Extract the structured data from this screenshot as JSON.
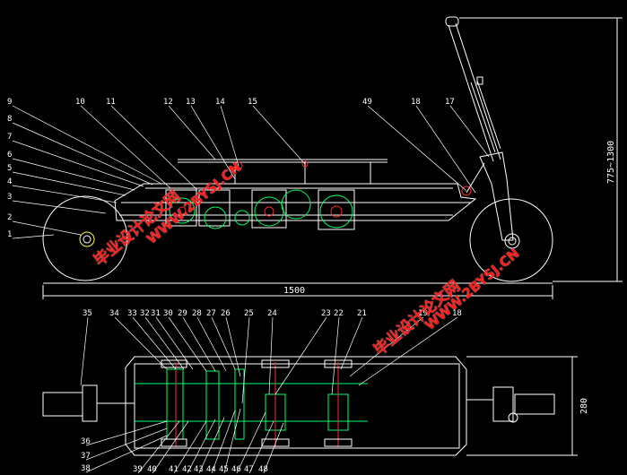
{
  "colors": {
    "background": "#000000",
    "outline": "#ffffff",
    "detail": "#00ff66",
    "accent": "#ff2a2a",
    "cyan": "#33ccff",
    "yellow": "#ffff33",
    "watermark": "#ff1a1a"
  },
  "dimensions": {
    "overall_length": "1500",
    "height_range": "775~1300",
    "plan_width": "280"
  },
  "side_view": {
    "labels_left": [
      "1",
      "2",
      "3",
      "4",
      "5",
      "6",
      "7",
      "8",
      "9"
    ],
    "labels_top": [
      "10",
      "11",
      "12",
      "13",
      "14",
      "15",
      "49",
      "18",
      "17"
    ]
  },
  "plan_view": {
    "labels_top": [
      "35",
      "34",
      "33",
      "32",
      "31",
      "30",
      "29",
      "28",
      "27",
      "26",
      "25",
      "24",
      "23",
      "22",
      "21",
      "19",
      "18"
    ],
    "labels_left": [
      "36",
      "37",
      "38"
    ],
    "labels_bottom": [
      "39",
      "40",
      "41",
      "42",
      "43",
      "44",
      "45",
      "46",
      "47",
      "48"
    ]
  },
  "watermarks": [
    {
      "cn": "毕业设计论文网",
      "url": "WWW.2BYSJ.CN"
    },
    {
      "cn": "毕业设计论文网",
      "url": "WWW.2BYSJ.CN"
    }
  ]
}
